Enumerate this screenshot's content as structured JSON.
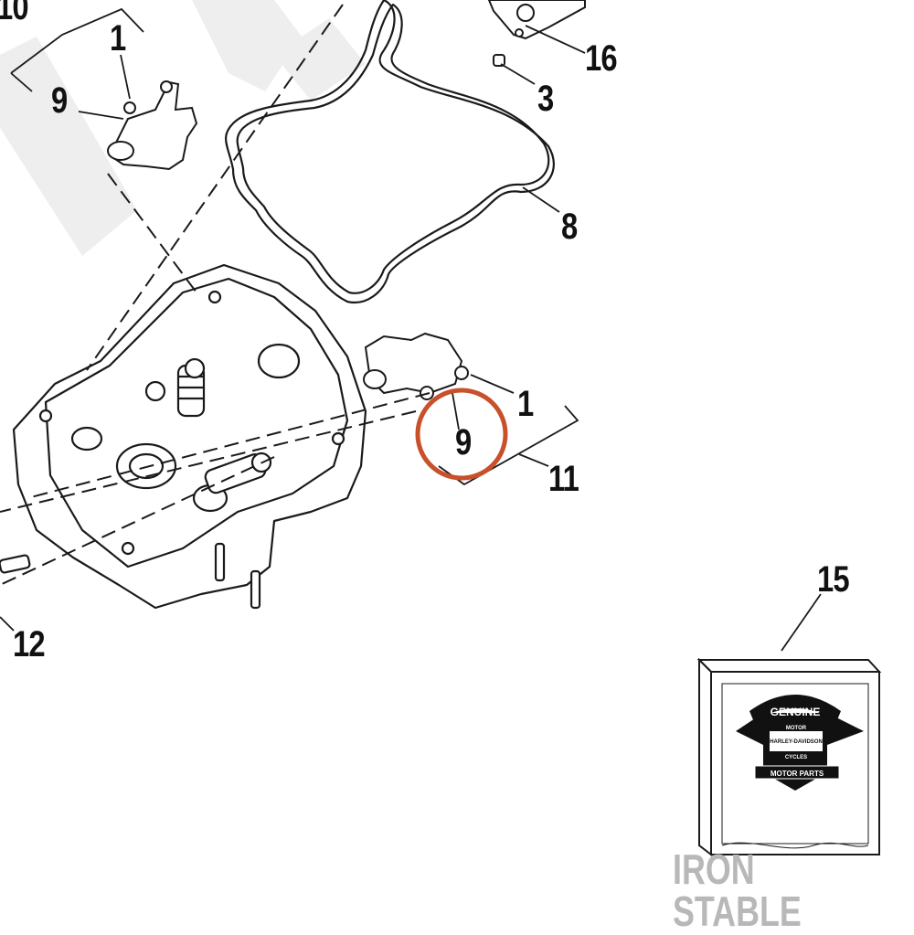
{
  "callouts": {
    "c10": "10",
    "c1_top": "1",
    "c9_top": "9",
    "c16": "16",
    "c3": "3",
    "c8": "8",
    "c1_right": "1",
    "c9_highlight": "9",
    "c11": "11",
    "c12": "12",
    "c15": "15"
  },
  "logo": {
    "top_word": "GENUINE",
    "brand": "HARLEY-DAVIDSON",
    "motor": "MOTOR",
    "cycles": "CYCLES",
    "bottom_word": "MOTOR PARTS"
  },
  "watermark": "IRON STABLE",
  "colors": {
    "line": "#1a1a1a",
    "highlight": "#c8502a",
    "watermark": "#b8b8b8",
    "bg_watermark_letters": "#eeeeee"
  }
}
